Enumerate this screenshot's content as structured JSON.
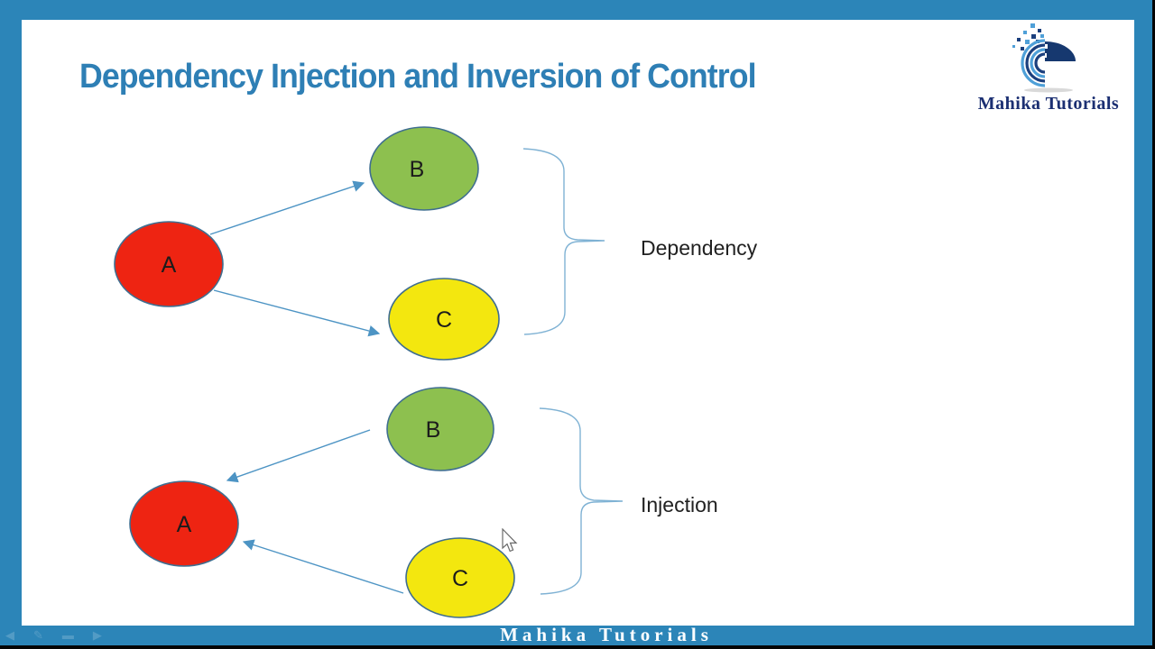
{
  "slide": {
    "title": "Dependency Injection and Inversion of Control"
  },
  "logo": {
    "brand": "Mahika Tutorials"
  },
  "diagrams": {
    "top": {
      "label": "Dependency",
      "nodes": [
        {
          "id": "A",
          "color": "#ee2412"
        },
        {
          "id": "B",
          "color": "#8dc04f"
        },
        {
          "id": "C",
          "color": "#f3e70f"
        }
      ],
      "edges": [
        {
          "from": "A",
          "to": "B"
        },
        {
          "from": "A",
          "to": "C"
        }
      ]
    },
    "bottom": {
      "label": "Injection",
      "nodes": [
        {
          "id": "A",
          "color": "#ee2412"
        },
        {
          "id": "B",
          "color": "#8dc04f"
        },
        {
          "id": "C",
          "color": "#f3e70f"
        }
      ],
      "edges": [
        {
          "from": "B",
          "to": "A"
        },
        {
          "from": "C",
          "to": "A"
        }
      ]
    }
  },
  "footer": {
    "brand": "Mahika Tutorials",
    "controls": [
      {
        "name": "previous-slide",
        "glyph": "◀"
      },
      {
        "name": "pen-tool",
        "glyph": "✎"
      },
      {
        "name": "slide-overview",
        "glyph": "▬"
      },
      {
        "name": "next-slide",
        "glyph": "▶"
      }
    ]
  },
  "colors": {
    "frame": "#2c85b8",
    "title": "#2e7fb5",
    "connector": "#4d94c4",
    "brace": "#7fb2d4"
  }
}
